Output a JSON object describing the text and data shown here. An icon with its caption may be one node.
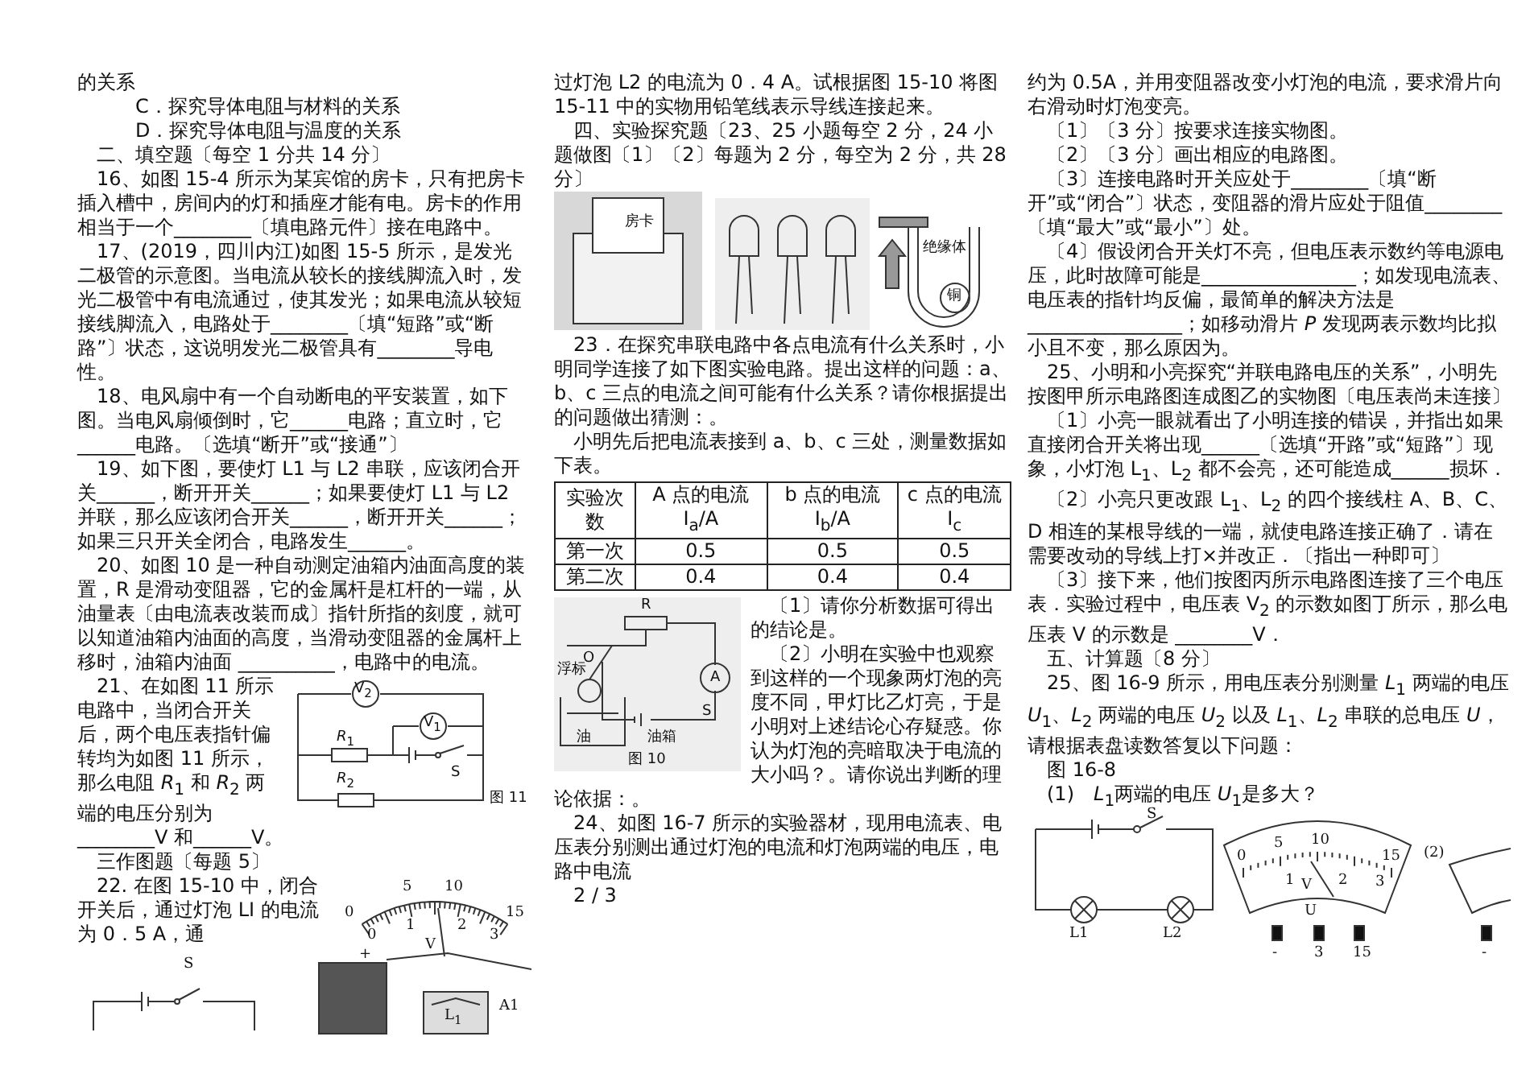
{
  "diagram": {
    "labels": [
      "的关系",
      "C．探究导体电阻与材料的关系",
      "D．探究导体电阻与温度的关系",
      "二、填空题〔每空 1 分共 14 分〕",
      "16、如图 15-4 所示为某宾馆的房卡，只有把房卡插入槽中，房间内的灯和插座才能有电。房卡的作用相当于一个________〔填电路元件〕接在电路中。",
      "17、(2019，四川内江)如图 15-5 所示，是发光二极管的示意图。当电流从较长的接线脚流入时，发光二极管中有电流通过，使其发光；如果电流从较短接线脚流入，电路处于________〔填“短路”或“断路”〕状态，这说明发光二极管具有________导电性。",
      "18、电风扇中有一个自动断电的平安装置，如下图。当电风扇倾倒时，它______电路；直立时，它______电路。〔选填“断开”或“接通”〕",
      "19、如下图，要使灯 L1 与 L2 串联，应该闭合开关______，断开开关______；如果要使灯 L1 与 L2 并联，那么应该闭合开关______，断开开关______；如果三只开关全闭合，电路发生______。",
      "20、如图 10 是一种自动测定油箱内油面高度的装置，R 是滑动变阻器，它的金属杆是杠杆的一端，从油量表〔由电流表改装而成〕指针所指的刻度，就可以知道油箱内油面的高度，当滑动变阻器的金属杆上移时，油箱内油面 __________，电路中的电流。",
      "21、在如图 11 所示电路中，当闭合开关后，两个电压表指针偏转均为如图 11 所示，那么电阻 *R*$_{1}$ 和 *R*$_{2}$ 两端的电压分别为________V 和______V。",
      "三作图题〔每题 5〕",
      "22. 在图 15-10 中，闭合开关后，通过灯泡 LI 的电流为 0．5 A，通",
      "过灯泡 L2 的电流为 0．4 A。试根据图 15-10 将图 15-11 中的实物用铅笔线表示导线连接起来。",
      "四、实验探究题〔23、25 小题每空 2 分，24 小题做图〔1〕〔2〕每题为 2 分，每空为 2 分，共 28 分〕",
      "23．在探究串联电路中各点电流有什么关系时，小明同学连接了如下图实验电路。提出这样的问题：a、b、c 三点的电流之间可能有什么关系？请你根据提出的问题做出猜测：。",
      "小明先后把电流表接到 a、b、c 三处，测量数据如下表。",
      "实验次数",
      "A 点的电流 I$_{a}$/A",
      "b 点的电流 I$_{b}$/A",
      "c 点的电流 I$_{c}$",
      "第一次",
      "0.5",
      "0.5",
      "0.5",
      "第二次",
      "0.4",
      "0.4",
      "0.4",
      "〔1〕请你分析数据可得出的结论是。",
      "〔2〕小明在实验中也观察到这样的一个现象两灯泡的亮度不同，甲灯比乙灯亮，于是小明对上述结论心存疑惑。你认为灯泡的亮暗取决于电流的大小吗？。请你说出判断的理论依据：。",
      "24、如图 16-7 所示的实验器材，现用电流表、电压表分别测出通过灯泡的电流和灯泡两端的电压，电路中电流",
      "2 / 3",
      "约为 0.5A，并用变阻器改变小灯泡的电流，要求滑片向右滑动时灯泡变亮。",
      "〔1〕〔3 分〕按要求连接实物图。",
      "〔2〕〔3 分〕画出相应的电路图。",
      "〔3〕连接电路时开关应处于________〔填“断开”或“闭合”〕状态，变阻器的滑片应处于阻值________〔填“最大”或“最小”〕处。",
      "〔4〕假设闭合开关灯不亮，但电压表示数约等电源电压，此时故障可能是________________；如发现电流表、电压表的指针均反偏，最简单的解决方法是________________；如移动滑片 *P* 发现两表示数均比拟小且不变，那么原因为。",
      "25、小明和小亮探究“并联电路电压的关系”，小明先按图甲所示电路图连成图乙的实物图〔电压表尚未连接〕",
      "〔1〕小亮一眼就看出了小明连接的错误，并指出如果直接闭合开关将出现______〔选填“开路”或“短路”〕现象，小灯泡 L$_{1}$、L$_{2}$ 都不会亮，还可能造成______损坏．",
      "〔2〕小亮只更改跟 L$_{1}$、L$_{2}$ 的四个接线柱 A、B、C、D 相连的某根导线的一端，就使电路连接正确了．请在需要改动的导线上打×并改正．〔指出一种即可〕",
      "〔3〕接下来，他们按图丙所示电路图连接了三个电压表．实验过程中，电压表 V$_{2}$ 的示数如图丁所示，那么电压表 V 的示数是 ________V．",
      "五、计算题〔8 分〕",
      "25、图 16-9 所示，用电压表分别测量 *L*$_{1}$ 两端的电压 *U*$_{1}$、*L*$_{2}$ 两端的电压 *U*$_{2}$ 以及 *L*$_{1}$、*L*$_{2}$ 串联的总电压 *U*，请根据表盘读数答复以下问题：",
      "图 16-8",
      "(1)　*L*$_{1}$两端的电压 *U*$_{1}$是多大？",
      "(2)",
      "V$_{2}$",
      "V$_{1}$",
      "*R*$_{1}$",
      "S",
      "*R*$_{2}$",
      "图 11",
      "0",
      "5",
      "10",
      "15",
      "0",
      "1",
      "2",
      "3",
      "V",
      "房卡",
      "绝缘体",
      "铜",
      "R",
      "O",
      "A",
      "S",
      "浮标",
      "油",
      "油箱",
      "图 10",
      "S",
      "+",
      "L$_{1}$",
      "A1",
      "S",
      "L1",
      "L2",
      "5",
      "10",
      "0",
      "15",
      "1",
      "V",
      "2",
      "3",
      "U",
      "-",
      "3",
      "15",
      "-"
    ]
  }
}
